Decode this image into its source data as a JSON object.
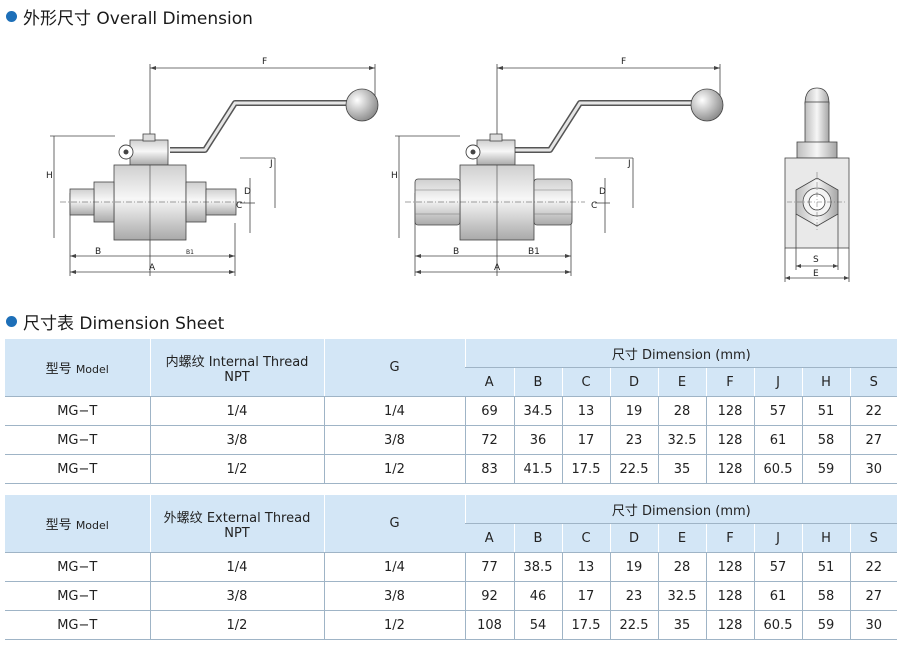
{
  "section1": {
    "title": "外形尺寸 Overall Dimension"
  },
  "section2": {
    "title": "尺寸表 Dimension Sheet"
  },
  "drawing1": {
    "labels": {
      "F": "F",
      "H": "H",
      "J": "J",
      "C": "C",
      "D": "D",
      "B": "B",
      "B1": "B1",
      "A": "A"
    }
  },
  "drawing2": {
    "labels": {
      "F": "F",
      "H": "H",
      "J": "J",
      "C": "C",
      "D": "D",
      "B": "B",
      "B1": "B1",
      "A": "A"
    }
  },
  "drawing3": {
    "labels": {
      "S": "S",
      "E": "E"
    }
  },
  "colors": {
    "accent": "#1d6fb8",
    "header_bg": "#d3e6f6",
    "rule": "#9fb4c6"
  },
  "table1": {
    "model_cn": "型号",
    "model_en": "Model",
    "thread_cn": "内螺纹",
    "thread_en": "Internal Thread",
    "thread_sub": "NPT",
    "g": "G",
    "dimension": "尺寸 Dimension (mm)",
    "columns": [
      "A",
      "B",
      "C",
      "D",
      "E",
      "F",
      "J",
      "H",
      "S"
    ],
    "rows": [
      {
        "model": "MG−T",
        "npt": "1/4",
        "g": "1/4",
        "vals": [
          "69",
          "34.5",
          "13",
          "19",
          "28",
          "128",
          "57",
          "51",
          "22"
        ]
      },
      {
        "model": "MG−T",
        "npt": "3/8",
        "g": "3/8",
        "vals": [
          "72",
          "36",
          "17",
          "23",
          "32.5",
          "128",
          "61",
          "58",
          "27"
        ]
      },
      {
        "model": "MG−T",
        "npt": "1/2",
        "g": "1/2",
        "vals": [
          "83",
          "41.5",
          "17.5",
          "22.5",
          "35",
          "128",
          "60.5",
          "59",
          "30"
        ]
      }
    ]
  },
  "table2": {
    "model_cn": "型号",
    "model_en": "Model",
    "thread_cn": "外螺纹",
    "thread_en": "External Thread",
    "thread_sub": "NPT",
    "g": "G",
    "dimension": "尺寸 Dimension (mm)",
    "columns": [
      "A",
      "B",
      "C",
      "D",
      "E",
      "F",
      "J",
      "H",
      "S"
    ],
    "rows": [
      {
        "model": "MG−T",
        "npt": "1/4",
        "g": "1/4",
        "vals": [
          "77",
          "38.5",
          "13",
          "19",
          "28",
          "128",
          "57",
          "51",
          "22"
        ]
      },
      {
        "model": "MG−T",
        "npt": "3/8",
        "g": "3/8",
        "vals": [
          "92",
          "46",
          "17",
          "23",
          "32.5",
          "128",
          "61",
          "58",
          "27"
        ]
      },
      {
        "model": "MG−T",
        "npt": "1/2",
        "g": "1/2",
        "vals": [
          "108",
          "54",
          "17.5",
          "22.5",
          "35",
          "128",
          "60.5",
          "59",
          "30"
        ]
      }
    ]
  }
}
